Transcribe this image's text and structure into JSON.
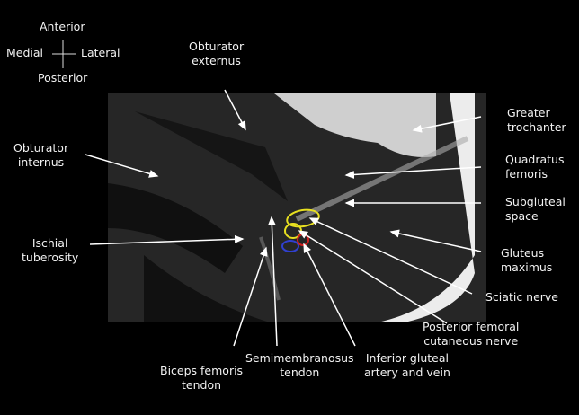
{
  "orientation": {
    "anterior": "Anterior",
    "posterior": "Posterior",
    "medial": "Medial",
    "lateral": "Lateral"
  },
  "labels": {
    "obturator_externus": "Obturator\nexternus",
    "obturator_internus": "Obturator\ninternus",
    "ischial_tuberosity": "Ischial\ntuberosity",
    "greater_trochanter": "Greater\ntrochanter",
    "quadratus_femoris": "Quadratus\nfemoris",
    "subgluteal_space": "Subgluteal\nspace",
    "gluteus_maximus": "Gluteus\nmaximus",
    "sciatic_nerve": "Sciatic nerve",
    "posterior_femoral_cutaneous_nerve": "Posterior femoral\ncutaneous nerve",
    "inferior_gluteal_artery_vein": "Inferior gluteal\nartery and vein",
    "semimembranosus_tendon": "Semimembranosus\ntendon",
    "biceps_femoris_tendon": "Biceps femoris\ntendon"
  },
  "colors": {
    "sciatic": "#e8e020",
    "vein": "#3040d0",
    "artery": "#d02020",
    "arrow": "#ffffff"
  }
}
